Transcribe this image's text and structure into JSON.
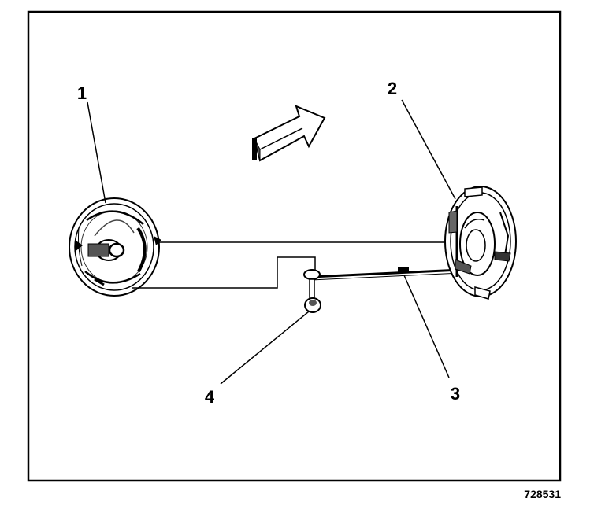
{
  "figure": {
    "id_number": "728531",
    "callouts": [
      "1",
      "2",
      "3",
      "4"
    ],
    "direction_arrow": "arrow-right-icon"
  },
  "colors": {
    "ink": "#000000",
    "paper": "#ffffff",
    "shade": "#6b6b6b"
  }
}
